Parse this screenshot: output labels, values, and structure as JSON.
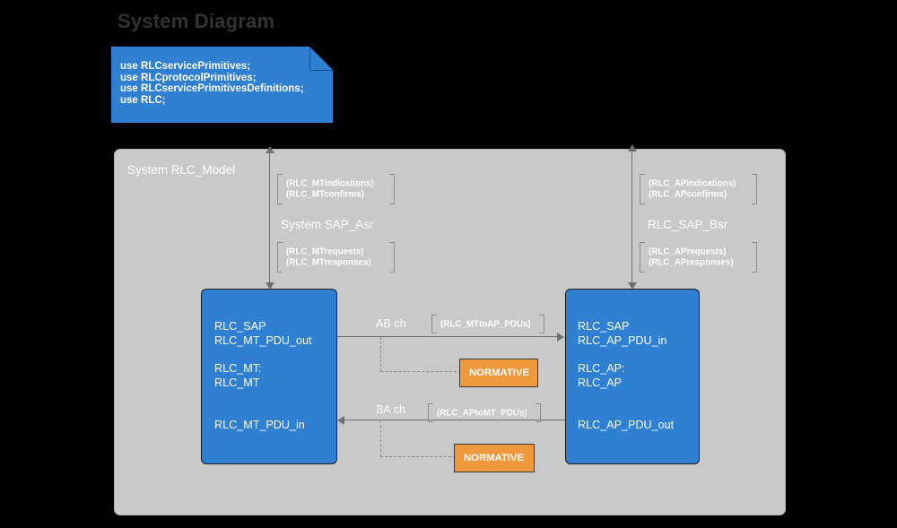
{
  "title": "System Diagram",
  "note": {
    "text": "use RLCservicePrimitives;\nuse RLCprotocolPrimitives;\nuse RLCservicePrimitivesDefinitions;\nuse RLC;"
  },
  "frame": {
    "label": "System RLC_Model"
  },
  "left_sap": {
    "name": "System SAP_Asr",
    "upper_signals": "(RLC_MTindications)\n(RLC_MTconfirms)",
    "lower_signals": "(RLC_MTrequests)\n(RLC_MTresponses)"
  },
  "right_sap": {
    "name": "RLC_SAP_Bsr",
    "upper_signals": "(RLC_APindications)\n(RLC_APconfirms)",
    "lower_signals": "(RLC_APrequests)\n(RLC_APresponses)"
  },
  "left_agent": {
    "gate_top": "RLC_SAP\nRLC_MT_PDU_out",
    "type": "RLC_MT:\nRLC_MT",
    "gate_bottom": "RLC_MT_PDU_in"
  },
  "right_agent": {
    "gate_top": "RLC_SAP\nRLC_AP_PDU_in",
    "type": "RLC_AP:\nRLC_AP",
    "gate_bottom": "RLC_AP_PDU_out"
  },
  "channels": [
    {
      "name": "AB ch",
      "signals": "(RLC_MTtoAP_PDUs)",
      "direction": "left-to-right",
      "normative_label": "NORMATIVE"
    },
    {
      "name": "BA ch",
      "signals": "(RLC_APtoMT_PDUs)",
      "direction": "right-to-left",
      "normative_label": "NORMATIVE"
    }
  ],
  "colors": {
    "background": "#000000",
    "frame_fill": "#c9c9c9",
    "block_fill": "#2f80d2",
    "normative_fill": "#f0983c",
    "line": "#6f6f6f",
    "title_text": "#333333"
  }
}
